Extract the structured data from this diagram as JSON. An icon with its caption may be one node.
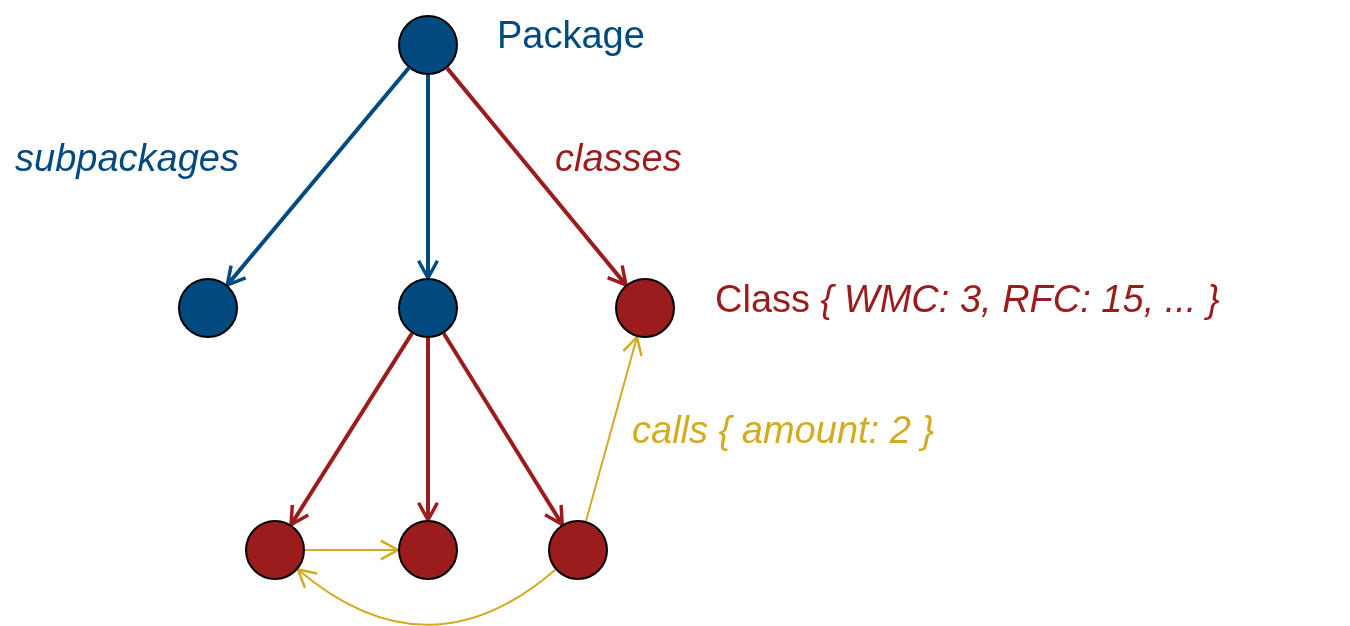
{
  "diagram": {
    "nodes": [
      {
        "text": [],
        "shape": "circle",
        "beside": [
          "Package"
        ]
      },
      {
        "text": [],
        "shape": "circle"
      },
      {
        "text": [],
        "shape": "circle"
      },
      {
        "text": [],
        "shape": "circle",
        "beside": [
          "Class *{ WMC: 3, RFC: 15, ... }*"
        ]
      },
      {
        "text": [],
        "shape": "circle"
      },
      {
        "text": [],
        "shape": "circle"
      },
      {
        "text": [],
        "shape": "circle"
      }
    ],
    "edges": [
      {
        "from": 0,
        "to": 1,
        "arrow": "to",
        "label": "subpackages",
        "color": "#004a80"
      },
      {
        "from": 0,
        "to": 2,
        "arrow": "to",
        "color": "#004a80"
      },
      {
        "from": 0,
        "to": 3,
        "arrow": "to",
        "label": "classes"
      },
      {
        "from": 2,
        "to": 4,
        "arrow": "to"
      },
      {
        "from": 2,
        "to": 5,
        "arrow": "to"
      },
      {
        "from": 2,
        "to": 6,
        "arrow": "to"
      },
      {
        "from": 4,
        "to": 5,
        "arrow": "to",
        "color": "#d4aa22"
      },
      {
        "from": 6,
        "to": 4,
        "arrow": "to",
        "color": "#d4aa22"
      },
      {
        "from": 6,
        "to": 3,
        "arrow": "to",
        "label": "calls { amount: 2 }",
        "color": "#d4aa22"
      }
    ]
  }
}
